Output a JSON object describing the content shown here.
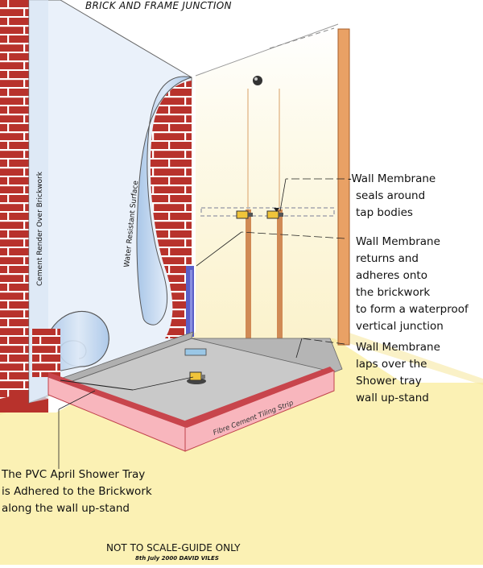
{
  "title": "BRICK AND FRAME JUNCTION",
  "labels": {
    "render": "Cement Render Over Brickwork",
    "wrs": "Water  Resistant  Surface",
    "strip": "Fibre Cement Tiling Strip"
  },
  "annotations": {
    "a1": [
      "-Wall Membrane",
      "seals around",
      "tap bodies"
    ],
    "a2": [
      "Wall Membrane",
      "returns and",
      "adheres onto",
      "the brickwork",
      "to form a waterproof",
      "vertical junction"
    ],
    "a3": [
      "Wall Membrane",
      "laps over the",
      "Shower tray",
      "wall up-stand"
    ],
    "a4": [
      "The PVC April Shower Tray",
      "is Adhered to the Brickwork",
      "along the wall up-stand"
    ]
  },
  "footer": {
    "scale": "NOT TO SCALE-GUIDE ONLY",
    "credit": "8th July 2000  DAVID VILES"
  },
  "colors": {
    "brick": "#b8322c",
    "mortar": "#ffffff",
    "floor": "#fbf1b4",
    "tray": "#c9c9c9",
    "strip": "#f8b6bd",
    "frame_wall": "#fdf8e2",
    "stud": "#d08a55",
    "membrane": "#b9d3ee",
    "upstand": "#5a5fc8"
  }
}
